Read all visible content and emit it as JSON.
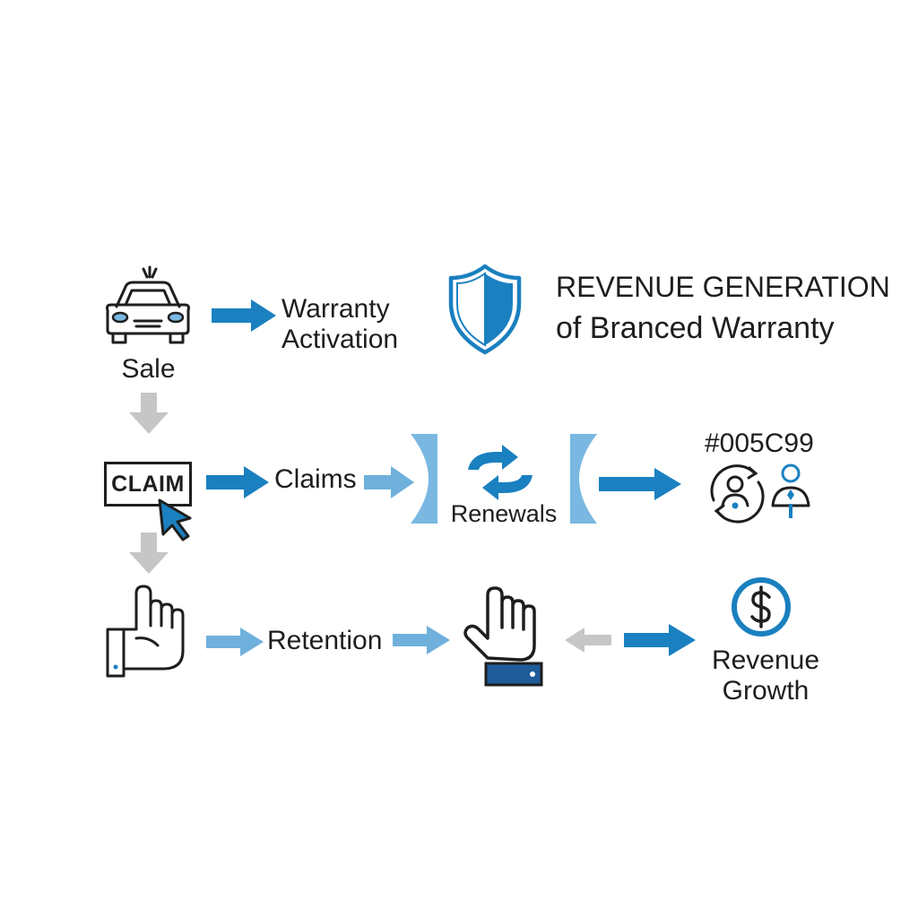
{
  "title": {
    "line1": "REVENUE GENERATION",
    "line2": "of Branced Warranty"
  },
  "nodes": {
    "sale": "Sale",
    "warranty_activation_1": "Warranty",
    "warranty_activation_2": "Activation",
    "claim_box": "CLAIM",
    "claims": "Claims",
    "renewals": "Renewals",
    "hex_code": "#005C99",
    "retention": "Retention",
    "revenue_growth_1": "Revenue",
    "revenue_growth_2": "Growth"
  },
  "colors": {
    "primary_blue": "#1a80c0",
    "light_blue": "#6fb0dc",
    "panel_blue": "#7ab8e2",
    "gray": "#c6c6c6",
    "outline": "#1e1e1e",
    "navy": "#1f5c99"
  },
  "icons": [
    "car-icon",
    "shield-icon",
    "claim-cursor-icon",
    "renewal-cycle-icon",
    "customer-cycle-icon",
    "hand-left-icon",
    "hand-center-icon",
    "dollar-icon"
  ]
}
